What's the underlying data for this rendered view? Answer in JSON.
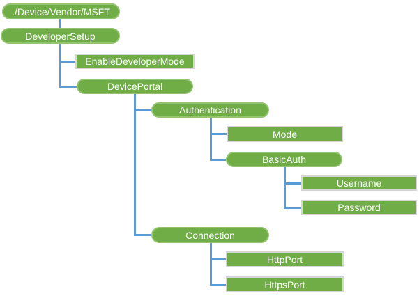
{
  "diagram": {
    "type": "tree",
    "nodes": [
      {
        "id": "root",
        "label": "./Device/Vendor/MSFT",
        "shape": "pill",
        "parent": null
      },
      {
        "id": "developersetup",
        "label": "DeveloperSetup",
        "shape": "pill",
        "parent": "root"
      },
      {
        "id": "enabledevelopermode",
        "label": "EnableDeveloperMode",
        "shape": "rect",
        "parent": "developersetup"
      },
      {
        "id": "deviceportal",
        "label": "DevicePortal",
        "shape": "pill",
        "parent": "developersetup"
      },
      {
        "id": "authentication",
        "label": "Authentication",
        "shape": "pill",
        "parent": "deviceportal"
      },
      {
        "id": "mode",
        "label": "Mode",
        "shape": "rect",
        "parent": "authentication"
      },
      {
        "id": "basicauth",
        "label": "BasicAuth",
        "shape": "pill",
        "parent": "authentication"
      },
      {
        "id": "username",
        "label": "Username",
        "shape": "rect",
        "parent": "basicauth"
      },
      {
        "id": "password",
        "label": "Password",
        "shape": "rect",
        "parent": "basicauth"
      },
      {
        "id": "connection",
        "label": "Connection",
        "shape": "pill",
        "parent": "deviceportal"
      },
      {
        "id": "httpport",
        "label": "HttpPort",
        "shape": "rect",
        "parent": "connection"
      },
      {
        "id": "httpsport",
        "label": "HttpsPort",
        "shape": "rect",
        "parent": "connection"
      }
    ],
    "colors": {
      "node_fill": "#70AD47",
      "pill_border": "#94C470",
      "rect_border": "#D6D6D6",
      "connector": "#5B9BD5",
      "text": "#FFFFFF"
    }
  }
}
